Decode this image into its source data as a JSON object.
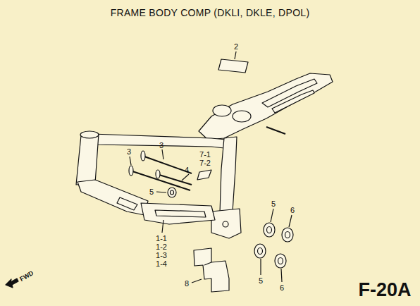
{
  "diagram": {
    "title": "FRAME BODY COMP (DKLI, DKLE, DPOL)",
    "labels": [
      "2",
      "3",
      "3",
      "7-1",
      "7-2",
      "4",
      "5",
      "5",
      "6",
      "1-1",
      "1-2",
      "1-3",
      "1-4",
      "8",
      "5",
      "6",
      "FWD",
      "F-20A"
    ]
  }
}
